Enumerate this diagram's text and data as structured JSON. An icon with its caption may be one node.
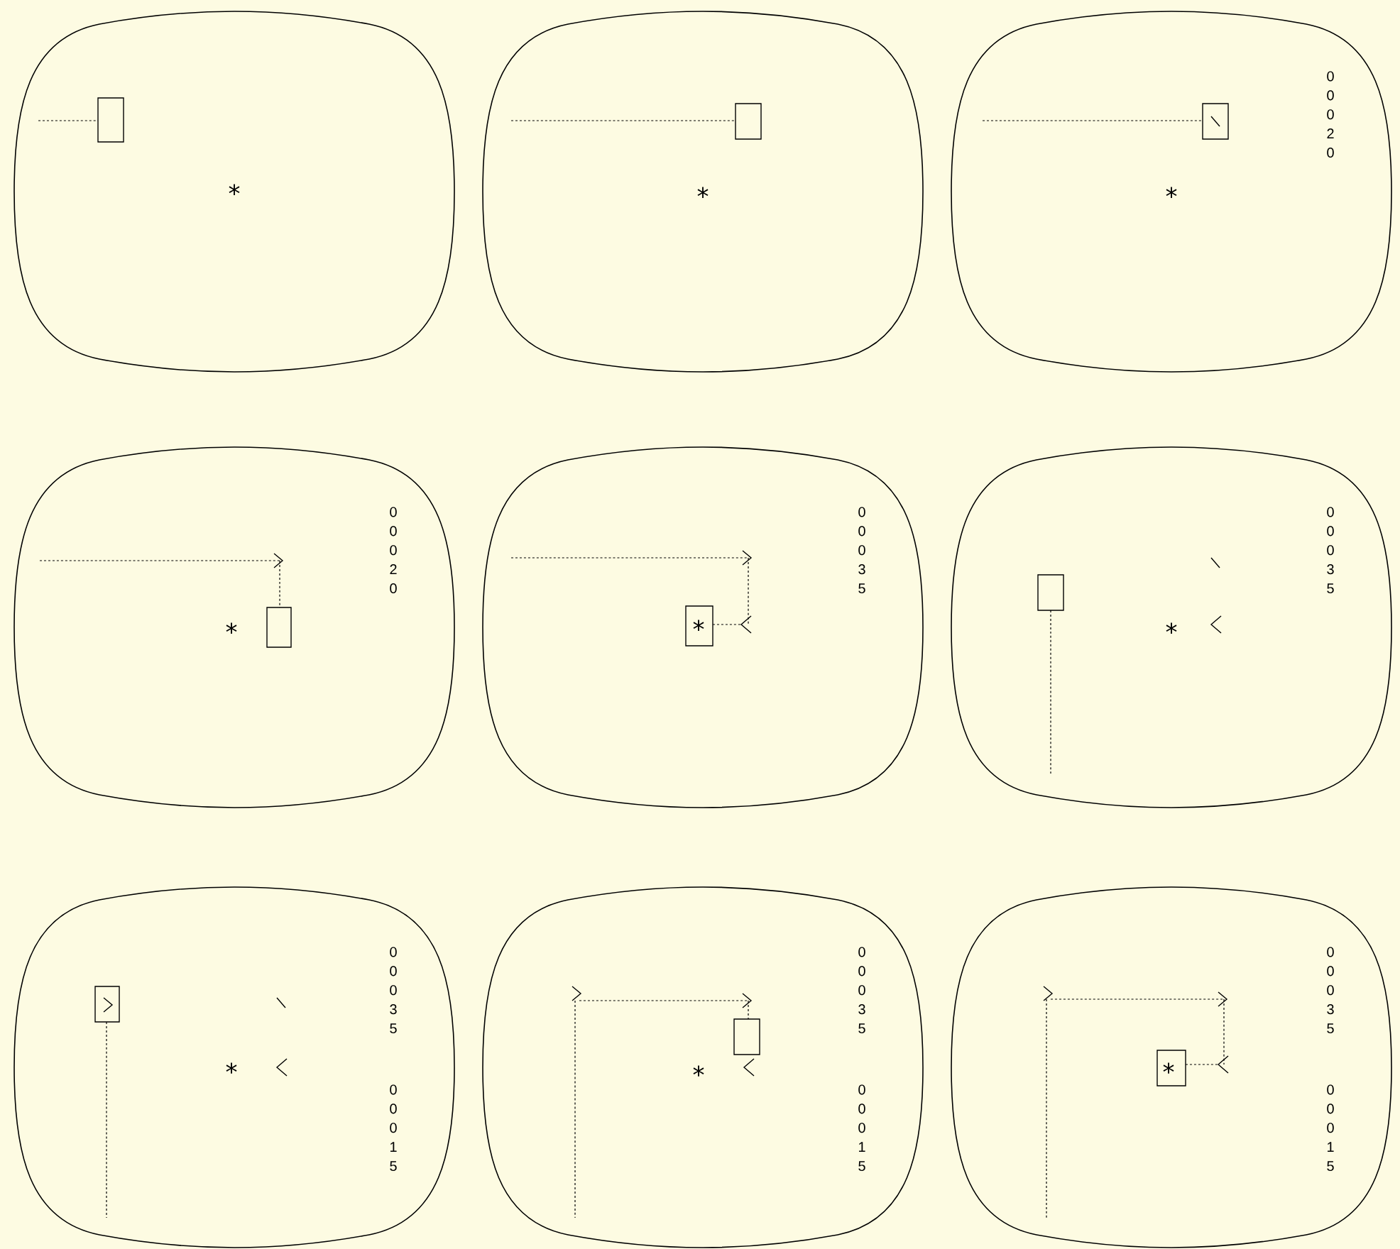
{
  "diagram": {
    "nodes": [
      {
        "text": [
          "*"
        ]
      },
      {
        "text": [
          "*"
        ]
      },
      {
        "text": [
          "*",
          "0 0 0 2 0"
        ]
      },
      {
        "text": [
          "*",
          "0 0 0 2 0"
        ]
      },
      {
        "text": [
          "*",
          "0 0 0 3 5"
        ]
      },
      {
        "text": [
          "*",
          "0 0 0 3 5"
        ]
      },
      {
        "text": [
          "*",
          "0 0 0 3 5",
          "0 0 0 1 5"
        ]
      },
      {
        "text": [
          "*",
          "0 0 0 3 5",
          "0 0 0 1 5"
        ]
      },
      {
        "text": [
          "*",
          "0 0 0 3 5",
          "0 0 0 1 5"
        ]
      }
    ]
  }
}
